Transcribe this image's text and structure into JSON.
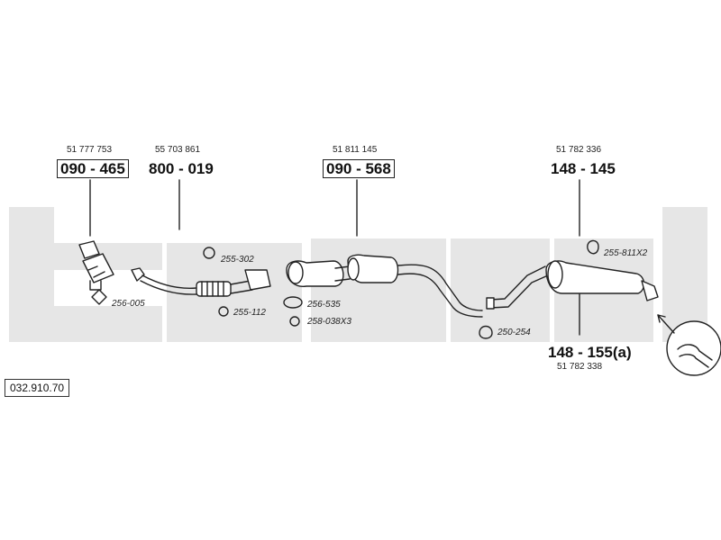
{
  "document_number": "032.910.70",
  "parts": {
    "cat_front": {
      "oe": "51 777 753",
      "part": "090 - 465"
    },
    "front_pipe": {
      "oe": "55 703 861",
      "part": "800 - 019"
    },
    "cat_middle": {
      "oe": "51 811 145",
      "part": "090 - 568"
    },
    "rear_pipe": {
      "oe": "51 782 336",
      "part": "148 - 145"
    },
    "rear_muffler": {
      "oe": "51 782 338",
      "part": "148 - 155(a)"
    }
  },
  "fittings": [
    {
      "id": "256-005"
    },
    {
      "id": "255-302"
    },
    {
      "id": "255-112"
    },
    {
      "id": "256-535"
    },
    {
      "id": "258-038X3"
    },
    {
      "id": "250-254"
    },
    {
      "id": "255-811X2"
    }
  ],
  "colors": {
    "watermark": "#e6e6e6",
    "ink": "#111111"
  }
}
